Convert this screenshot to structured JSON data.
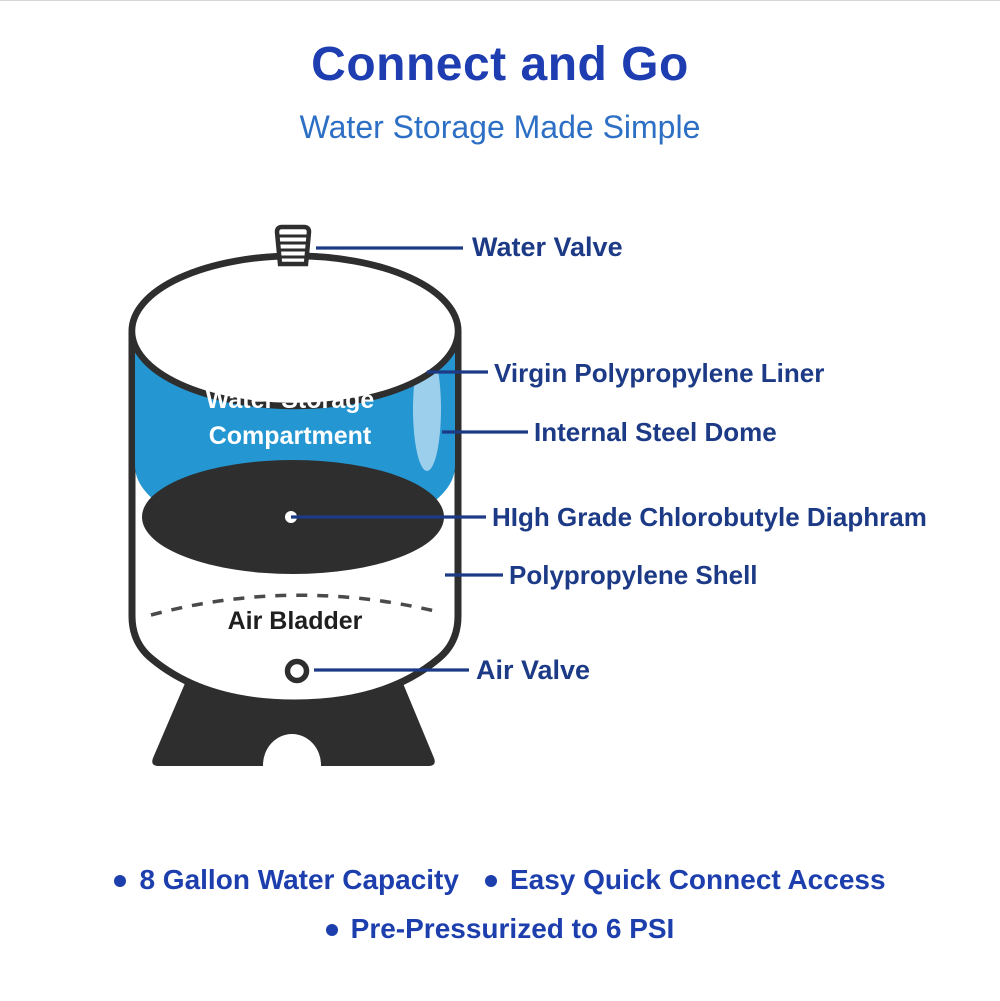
{
  "header": {
    "title": "Connect and Go",
    "subtitle": "Water Storage Made Simple"
  },
  "tank": {
    "compartment_label_line1": "Water Storage",
    "compartment_label_line2": "Compartment",
    "air_bladder_label": "Air Bladder"
  },
  "callouts": {
    "water_valve": "Water Valve",
    "liner": "Virgin Polypropylene Liner",
    "dome": "Internal Steel Dome",
    "diaphragm": "HIgh Grade Chlorobutyle Diaphram",
    "shell": "Polypropylene Shell",
    "air_valve": "Air Valve"
  },
  "features": [
    "8 Gallon Water Capacity",
    "Easy Quick Connect Access",
    "Pre-Pressurized to 6 PSI"
  ],
  "colors": {
    "title_blue": "#1e3db1",
    "subtitle_blue": "#2d6fc4",
    "callout_navy": "#1c3a85",
    "feature_blue": "#1d3fae",
    "water_blue": "#2496d2",
    "tank_outline": "#2e2e2e",
    "diaphragm_dark": "#2e2e2e",
    "background": "#ffffff"
  }
}
